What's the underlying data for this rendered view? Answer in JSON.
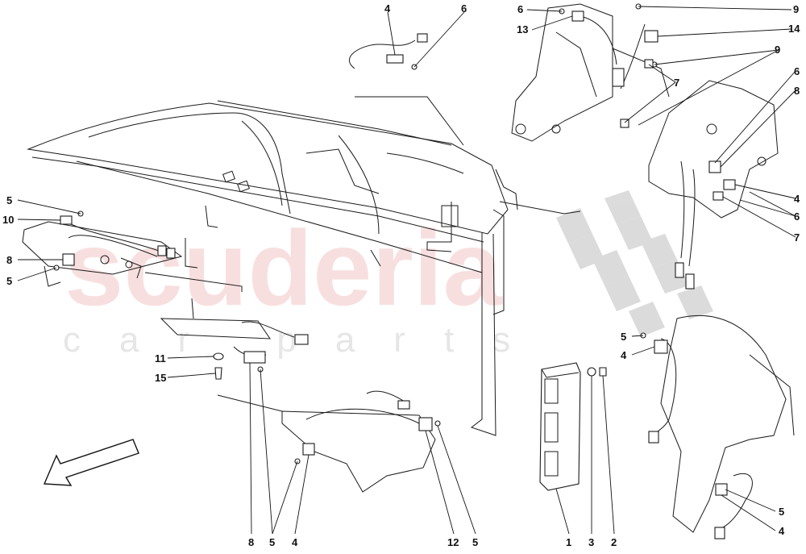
{
  "watermark": {
    "brand": "scuderia",
    "sub": "car parts"
  },
  "callouts": {
    "c4_top": "4",
    "c6_top": "6",
    "c6_tr": "6",
    "c13": "13",
    "c9_top": "9",
    "c14": "14",
    "c9_mid": "9",
    "c7_top": "7",
    "c6_r1": "6",
    "c8_r": "8",
    "c4_r": "4",
    "c6_r2": "6",
    "c7_r": "7",
    "c5_l1": "5",
    "c10": "10",
    "c8_l": "8",
    "c5_l2": "5",
    "c11": "11",
    "c15": "15",
    "c5_br1": "5",
    "c4_br1": "4",
    "c5_br2": "5",
    "c4_br2": "4",
    "b8": "8",
    "b5a": "5",
    "b4": "4",
    "b12": "12",
    "b5b": "5",
    "b1": "1",
    "b3": "3",
    "b2": "2"
  }
}
